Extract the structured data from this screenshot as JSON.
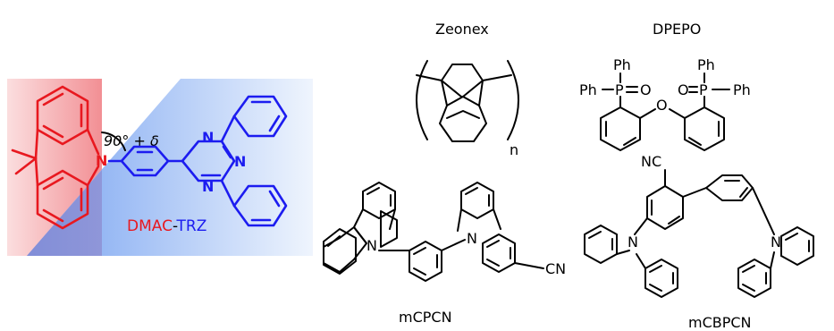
{
  "figure": {
    "dmac_trz": {
      "label_dmac": "DMAC",
      "label_sep": "-",
      "label_trz": "TRZ",
      "angle": "90° + δ",
      "n_atom": "N",
      "trz_n1": "N",
      "trz_n2": "N",
      "trz_n3": "N",
      "colors": {
        "donor": "#e8181f",
        "acceptor": "#1c1cf0",
        "donor_plane": "#f6b9bb",
        "acceptor_plane": "#cfe0fb"
      }
    },
    "zeonex": {
      "name": "Zeonex",
      "repeat": "n"
    },
    "dpepo": {
      "name": "DPEPO",
      "ph1": "Ph",
      "ph2": "Ph",
      "ph3": "Ph",
      "ph4": "Ph",
      "p1": "P",
      "p2": "P",
      "o1": "O",
      "o2": "O",
      "o_bridge": "O"
    },
    "mcpcn": {
      "name": "mCPCN",
      "n1": "N",
      "n2": "N",
      "cn": "CN"
    },
    "mcbpcn": {
      "name": "mCBPCN",
      "n1": "N",
      "n2": "N",
      "cn": "NC"
    }
  }
}
